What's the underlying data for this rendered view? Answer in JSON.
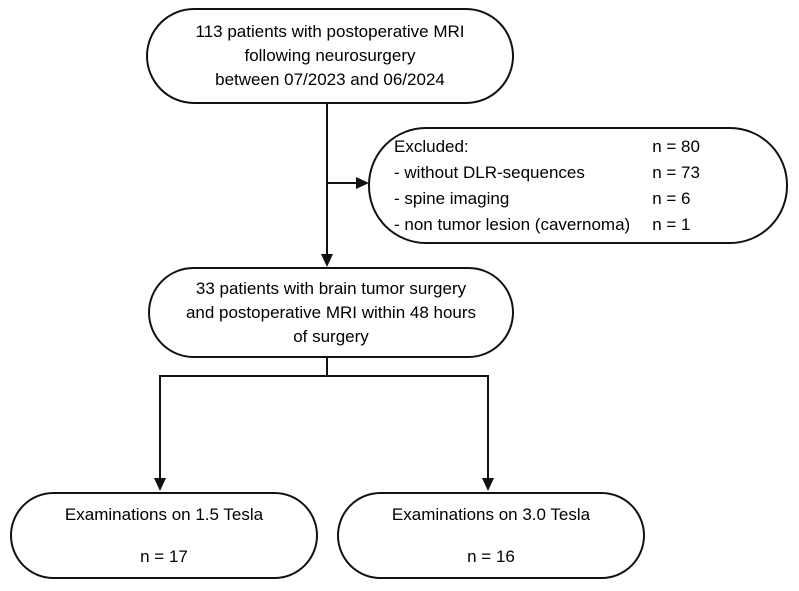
{
  "diagram": {
    "type": "flowchart",
    "title": "Patient selection flowchart",
    "colors": {
      "background": "#ffffff",
      "stroke": "#111111",
      "text": "#000000"
    },
    "nodes": {
      "screened": {
        "name": "screened-patients",
        "shape": "rounded-rectangle",
        "lines": [
          "113 patients with postoperative MRI",
          "following neurosurgery",
          "between 07/2023 and 06/2024"
        ]
      },
      "excluded": {
        "name": "excluded-patients",
        "shape": "rounded-rectangle",
        "heading": "Excluded:",
        "reasons": [
          "- without DLR-sequences",
          "- spine imaging",
          "- non tumor lesion (cavernoma)"
        ],
        "counts": [
          "n = 80",
          "n = 73",
          "n = 6",
          "n = 1"
        ]
      },
      "included": {
        "name": "included-patients",
        "shape": "rounded-rectangle",
        "lines": [
          "33 patients with brain tumor surgery",
          "and postoperative MRI within 48 hours",
          "of surgery"
        ]
      },
      "tesla15": {
        "name": "examinations-1-5-tesla",
        "shape": "rounded-rectangle",
        "label": "Examinations on 1.5 Tesla",
        "count": "n = 17"
      },
      "tesla30": {
        "name": "examinations-3-0-tesla",
        "shape": "rounded-rectangle",
        "label": "Examinations on 3.0 Tesla",
        "count": "n = 16"
      }
    },
    "edges": [
      {
        "from": "screened",
        "to": "excluded",
        "arrow": true
      },
      {
        "from": "screened",
        "to": "included",
        "arrow": true
      },
      {
        "from": "included",
        "to": "tesla15",
        "arrow": true
      },
      {
        "from": "included",
        "to": "tesla30",
        "arrow": true
      }
    ]
  }
}
